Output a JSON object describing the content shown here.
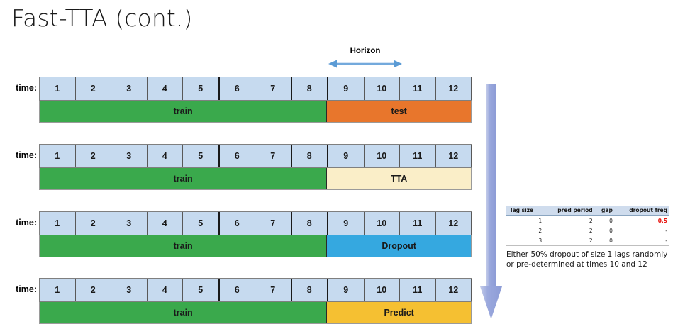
{
  "title": "Fast-TTA (cont.)",
  "annotation": {
    "horizon_label": "Horizon",
    "horizon_arrow_icon": "double-headed-horizontal-arrow",
    "flow_arrow_icon": "down-arrow",
    "arrow_color": "#99a9dd"
  },
  "time_axis": {
    "label": "time:",
    "ticks": [
      "1",
      "2",
      "3",
      "4",
      "5",
      "6",
      "7",
      "8",
      "9",
      "10",
      "11",
      "12"
    ],
    "cell_fill": "#c6daef"
  },
  "rows": [
    {
      "label": "time:",
      "segments": [
        {
          "text": "train",
          "span": 8,
          "color": "#3aa94c"
        },
        {
          "text": "test",
          "span": 4,
          "color": "#e8762c"
        }
      ]
    },
    {
      "label": "time:",
      "segments": [
        {
          "text": "train",
          "span": 8,
          "color": "#3aa94c"
        },
        {
          "text": "TTA",
          "span": 4,
          "color": "#faeec8"
        }
      ]
    },
    {
      "label": "time:",
      "segments": [
        {
          "text": "train",
          "span": 8,
          "color": "#3aa94c"
        },
        {
          "text": "Dropout",
          "span": 4,
          "color": "#35a8e0"
        }
      ]
    },
    {
      "label": "time:",
      "segments": [
        {
          "text": "train",
          "span": 8,
          "color": "#3aa94c"
        },
        {
          "text": "Predict",
          "span": 4,
          "color": "#f5c032"
        }
      ]
    }
  ],
  "param_table": {
    "headers": [
      "lag size",
      "pred period",
      "gap",
      "dropout freq"
    ],
    "rows": [
      [
        "1",
        "2",
        "0",
        "0.5"
      ],
      [
        "2",
        "2",
        "0",
        "-"
      ],
      [
        "3",
        "2",
        "0",
        "-"
      ]
    ],
    "highlight_cell": {
      "row": 0,
      "col": 3,
      "color": "#e8130e"
    }
  },
  "caption": "Either 50% dropout of size 1 lags randomly or pre-determined at times 10 and 12"
}
